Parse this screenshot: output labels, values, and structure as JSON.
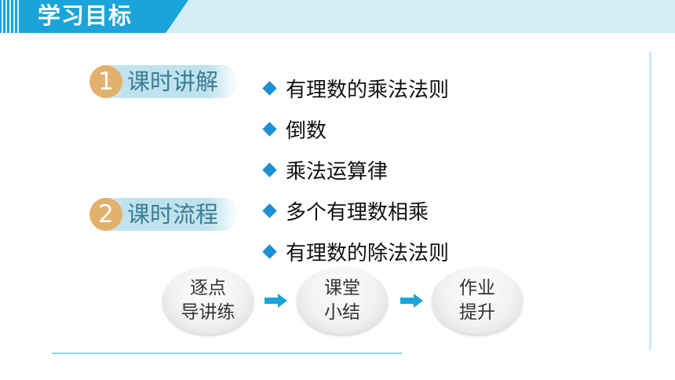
{
  "header": {
    "title": "学习目标"
  },
  "sections": [
    {
      "number": "1",
      "label": "课时讲解"
    },
    {
      "number": "2",
      "label": "课时流程"
    }
  ],
  "bullets": [
    "有理数的乘法法则",
    "倒数",
    "乘法运算律",
    "多个有理数相乘",
    "有理数的除法法则"
  ],
  "flow": [
    {
      "line1": "逐点",
      "line2": "导讲练"
    },
    {
      "line1": "课堂",
      "line2": "小结"
    },
    {
      "line1": "作业",
      "line2": "提升"
    }
  ],
  "colors": {
    "header_bar": "#d3edf5",
    "header_tab": "#1aa4d9",
    "section_number": "#e2b16e",
    "section_text": "#3d7d95",
    "bullet_diamond": "#1d8fd3",
    "arrow": "#1aa4d9"
  },
  "icons": [
    "diamond-bullet-icon",
    "right-arrow-icon"
  ]
}
